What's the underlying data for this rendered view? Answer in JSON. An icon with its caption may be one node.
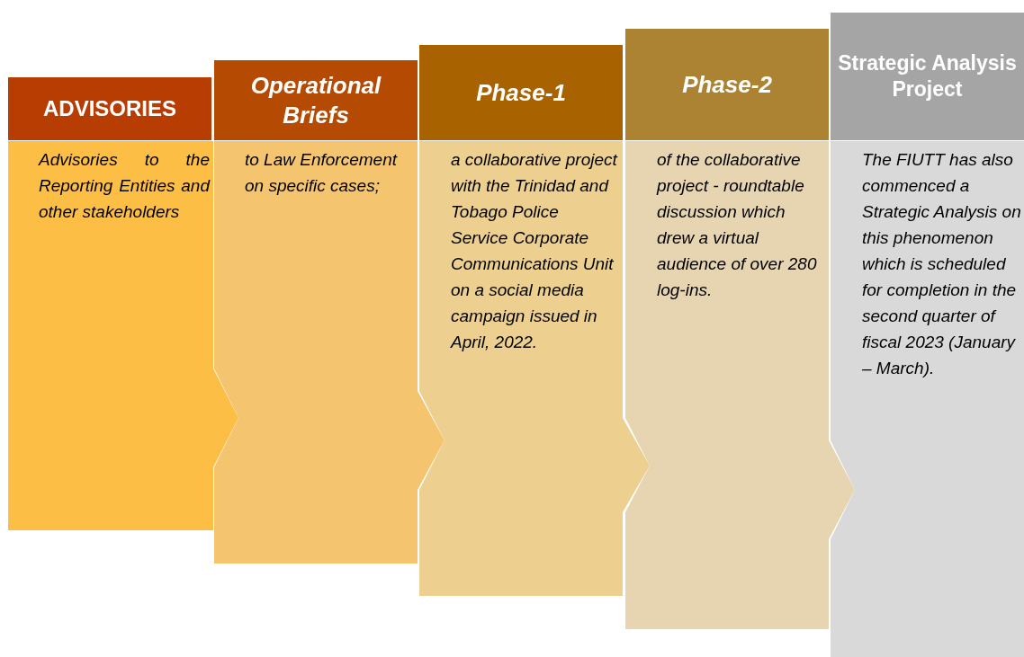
{
  "diagram": {
    "nodes": [
      {
        "text": [
          "ADVISORIES"
        ]
      },
      {
        "text": [
          "Advisories to the Reporting Entities and other stakeholders"
        ]
      },
      {
        "text": [
          "Operational Briefs"
        ]
      },
      {
        "text": [
          "to Law Enforcement on specific cases;"
        ]
      },
      {
        "text": [
          "Phase-1"
        ]
      },
      {
        "text": [
          "a collaborative project with the Trinidad and Tobago Police Service Corporate Communications Unit on a social media campaign issued in April, 2022."
        ]
      },
      {
        "text": [
          "Phase-2"
        ]
      },
      {
        "text": [
          "of the collaborative project - roundtable discussion which drew a virtual audience of over 280 log-ins."
        ]
      },
      {
        "text": [
          "Strategic Analysis Project"
        ]
      },
      {
        "text": [
          "The FIUTT has also commenced a Strategic Analysis on this phenomenon which is scheduled for completion in the second quarter of fiscal 2023 (January – March)."
        ]
      }
    ],
    "edges": []
  }
}
